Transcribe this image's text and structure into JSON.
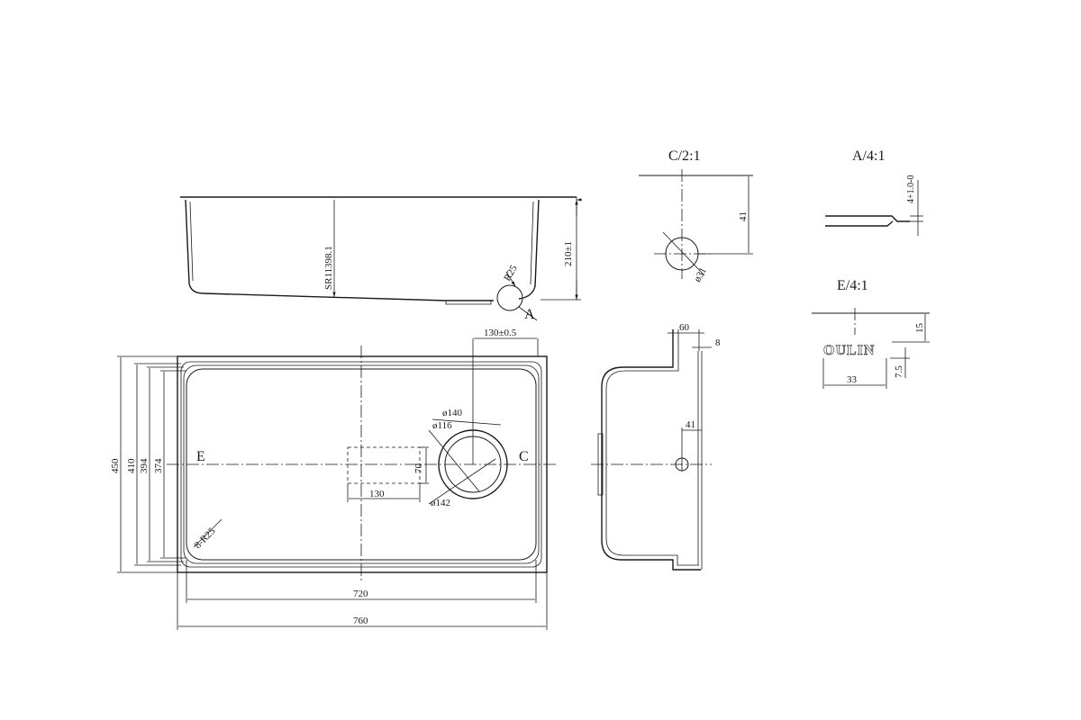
{
  "views": {
    "detail_c": {
      "label": "C/2:1",
      "dim_depth": "41",
      "dim_dia": "ø31"
    },
    "detail_a": {
      "label": "A/4:1",
      "dim_tol": "4+1.0-0"
    },
    "detail_e": {
      "label": "E/4:1",
      "dim_height": "15",
      "dim_width": "33",
      "dim_small": "7.5",
      "logo_text": "OULIN"
    }
  },
  "side_view": {
    "dim_depth": "210±1",
    "dim_radius_sr": "SR11398.1",
    "dim_r25": "R25",
    "detail_callout": "A"
  },
  "top_view": {
    "dim_130": "130±0.5",
    "dim_140": "ø140",
    "dim_116": "ø116",
    "dim_142": "ø142",
    "dim_70": "70",
    "dim_130b": "130",
    "label_e": "E",
    "label_c": "C",
    "dim_450": "450",
    "dim_410": "410",
    "dim_394": "394",
    "dim_374": "374",
    "dim_corner": "8-R25",
    "dim_720": "720",
    "dim_760": "760"
  },
  "end_view": {
    "dim_60": "60",
    "dim_8": "8",
    "dim_41": "41"
  }
}
